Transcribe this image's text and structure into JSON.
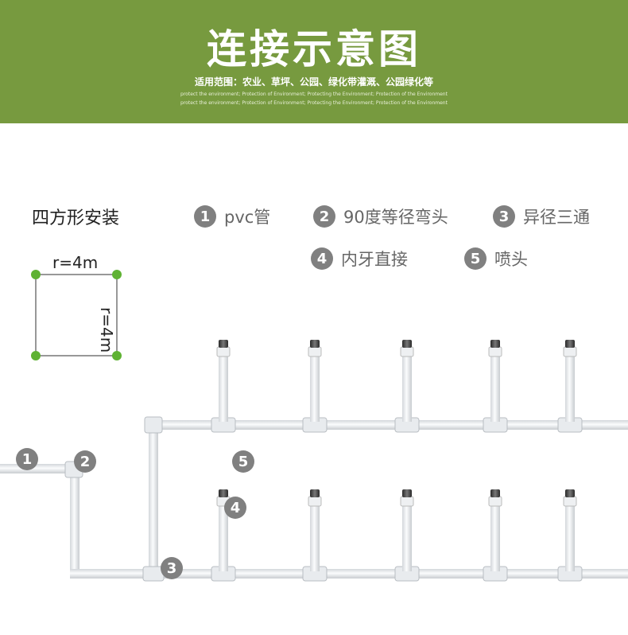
{
  "header": {
    "title": "连接示意图",
    "subtitle": "适用范围：农业、草坪、公园、绿化带灌溉、公园绿化等",
    "tagline_1": "protect the environment; Protection of Environment; Protecting the Environment; Protection of the Environment",
    "tagline_2": "protect the environment; Protection of Environment; Protecting the Environment; Protection of the Environment",
    "bg_color": "#779a3f"
  },
  "install": {
    "label": "四方形安装",
    "top_dim": "r=4m",
    "side_dim": "r=4m",
    "corner_color": "#5fb233"
  },
  "legend": [
    {
      "num": "1",
      "text": "pvc管"
    },
    {
      "num": "2",
      "text": "90度等径弯头"
    },
    {
      "num": "3",
      "text": "异径三通"
    },
    {
      "num": "4",
      "text": "内牙直接"
    },
    {
      "num": "5",
      "text": "喷头"
    }
  ],
  "markers": [
    "1",
    "2",
    "3",
    "4",
    "5"
  ]
}
